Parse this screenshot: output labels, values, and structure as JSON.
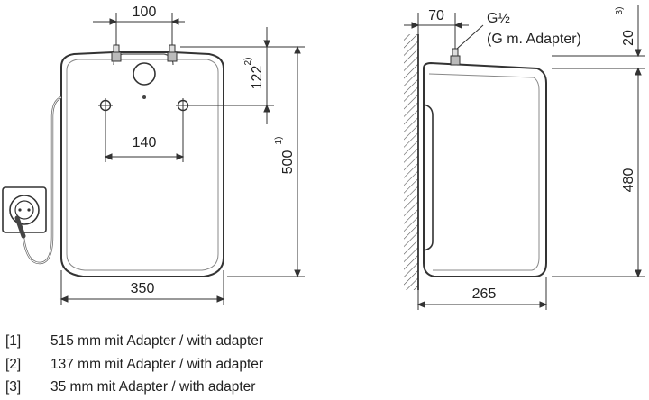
{
  "front_view": {
    "width_top": "100",
    "width_inner": "140",
    "width_total": "350",
    "height_fitting": "122",
    "height_fitting_ref": "2)",
    "height_total": "500",
    "height_total_ref": "1)"
  },
  "side_view": {
    "offset_top": "70",
    "thread": "G½",
    "thread_note": "(G   m. Adapter)",
    "height_top": "20",
    "height_top_ref": "3)",
    "height_total": "480",
    "depth_total": "265"
  },
  "notes": [
    {
      "ref": "[1]",
      "text": "515 mm mit Adapter / with adapter"
    },
    {
      "ref": "[2]",
      "text": "137 mm mit Adapter / with adapter"
    },
    {
      "ref": "[3]",
      "text": "35 mm mit Adapter / with adapter"
    }
  ]
}
